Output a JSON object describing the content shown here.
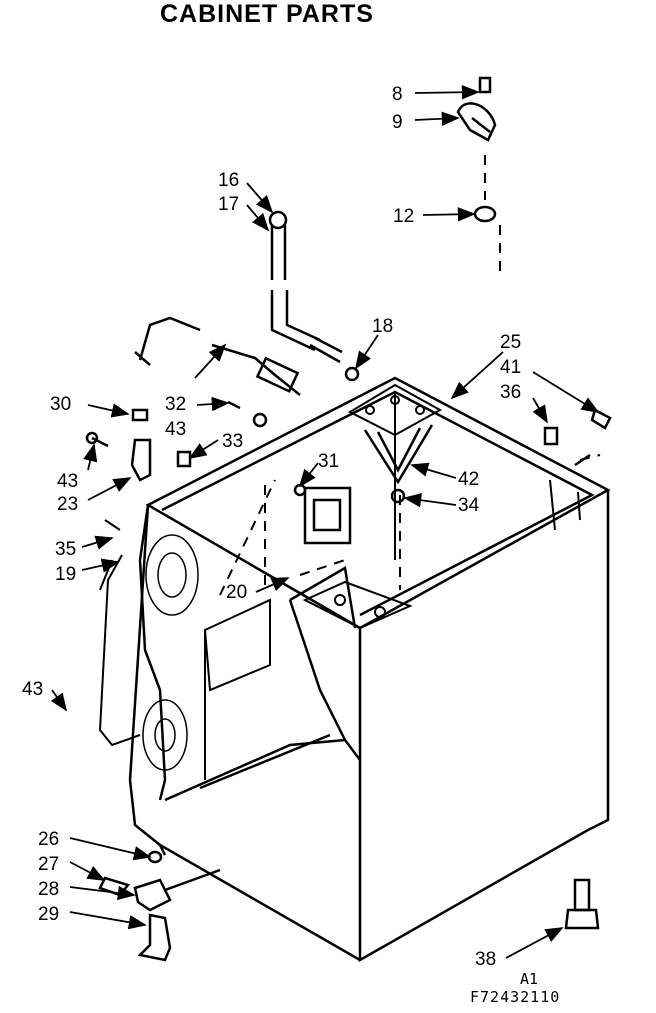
{
  "title": "CABINET PARTS",
  "diagram_ref": "A1",
  "diagram_code": "F72432110",
  "callouts": [
    "8",
    "9",
    "12",
    "16",
    "17",
    "18",
    "25",
    "41",
    "36",
    "30",
    "32",
    "43",
    "43",
    "23",
    "31",
    "42",
    "34",
    "35",
    "19",
    "20",
    "33",
    "43",
    "26",
    "27",
    "28",
    "29",
    "38"
  ]
}
